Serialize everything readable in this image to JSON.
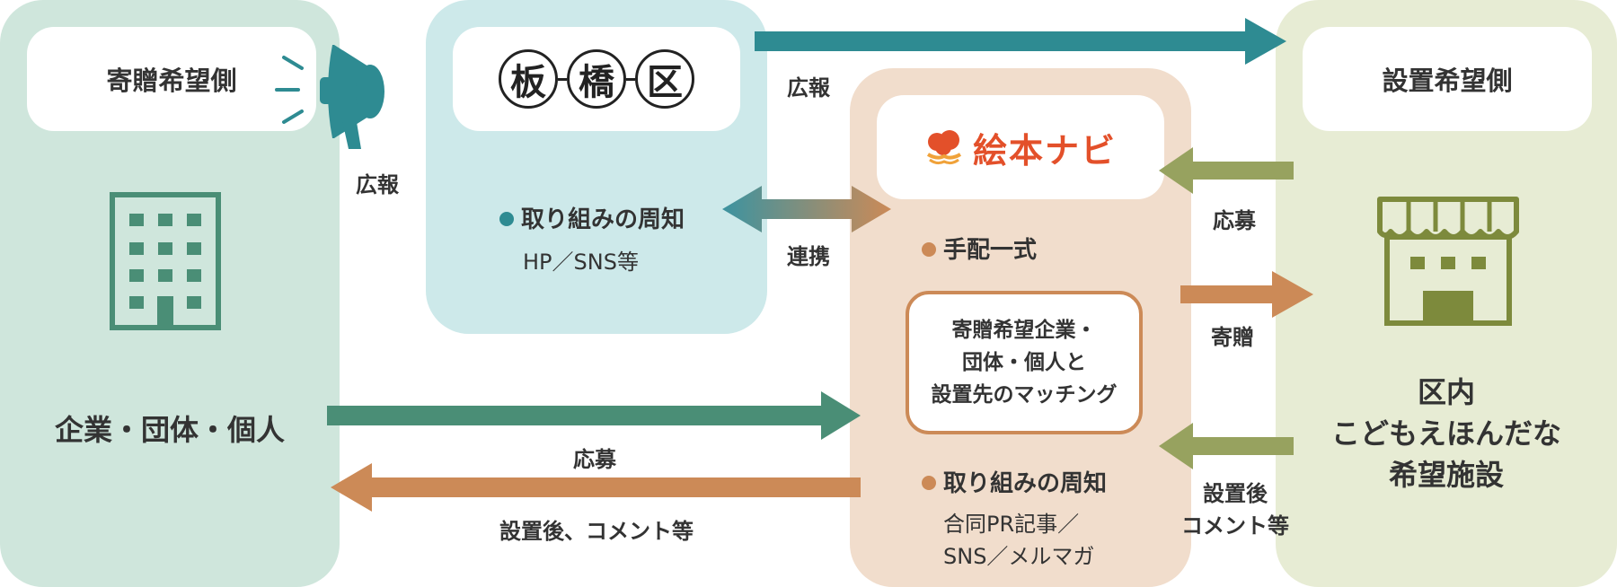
{
  "donor_side": {
    "title": "寄贈希望側",
    "label": "企業・団体・個人"
  },
  "itabashi": {
    "logo_chars": [
      "板",
      "橋",
      "区"
    ],
    "bullet": "取り組みの周知",
    "sub": "HP／SNS等"
  },
  "ehon_navi": {
    "logo_text": "絵本ナビ",
    "bullet1": "手配一式",
    "matching_lines": [
      "寄贈希望企業・",
      "団体・個人と",
      "設置先のマッチング"
    ],
    "bullet2": "取り組みの周知",
    "sub_lines": [
      "合同PR記事／",
      "SNS／メルマガ"
    ]
  },
  "installer_side": {
    "title": "設置希望側",
    "label_lines": [
      "区内",
      "こどもえほんだな",
      "希望施設"
    ]
  },
  "arrows": {
    "pr_left": "広報",
    "pr_top": "広報",
    "collab": "連携",
    "apply_right": "応募",
    "donate": "寄贈",
    "after_right": [
      "設置後",
      "コメント等"
    ],
    "apply_bottom": "応募",
    "after_bottom": "設置後、コメント等"
  },
  "colors": {
    "donor_panel": "#cfe6dc",
    "itabashi_panel": "#cde9ea",
    "ehon_panel": "#f1ddcc",
    "installer_panel": "#e7ecd4",
    "teal": "#2e8b92",
    "green": "#4a8e76",
    "orange": "#cc8a57",
    "olive": "#97a25f",
    "ehon_red": "#e3502a"
  }
}
